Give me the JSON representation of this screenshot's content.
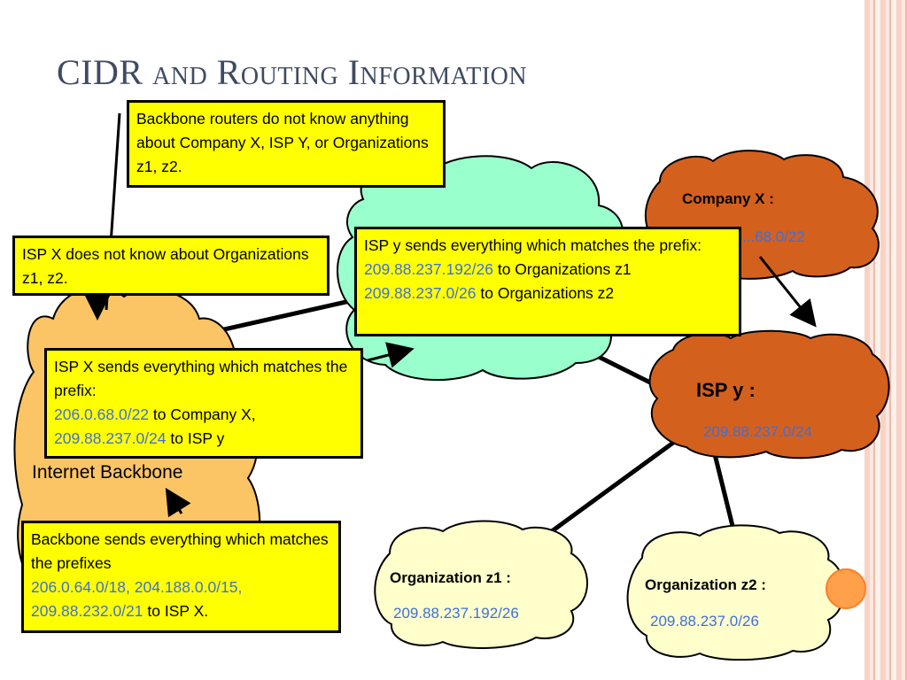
{
  "title": "CIDR and Routing Information",
  "clouds": {
    "backbone": {
      "label": "Internet Backbone"
    },
    "company_x": {
      "label": "Company X :",
      "prefix": "...68.0/22"
    },
    "isp_y": {
      "label": "ISP y :",
      "prefix": "209.88.237.0/24"
    },
    "org_z1": {
      "label": "Organization z1 :",
      "prefix": "209.88.237.192/26"
    },
    "org_z2": {
      "label": "Organization z2 :",
      "prefix": "209.88.237.0/26"
    }
  },
  "boxes": {
    "backbone_routers": {
      "text": "Backbone routers do not know anything about Company X, ISP Y, or Organizations z1, z2."
    },
    "isp_x_unknown": {
      "text": "ISP X does not know about Organizations z1, z2."
    },
    "isp_y_sends": {
      "intro": "ISP y sends everything which matches the prefix:",
      "p1": "209.88.237.192/26",
      "t1": " to Organizations z1",
      "p2": "209.88.237.0/26",
      "t2": " to Organizations z2"
    },
    "isp_x_sends": {
      "intro": "ISP X sends everything which matches the prefix:",
      "p1": "206.0.68.0/22",
      "t1": "  to Company X,",
      "p2": "209.88.237.0/24",
      "t2": " to ISP y"
    },
    "backbone_sends": {
      "intro": "Backbone sends everything which matches the prefixes",
      "p1": "206.0.64.0/18, 204.188.0.0/15,",
      "p2": "209.88.232.0/21",
      "t2": " to ISP X."
    }
  },
  "colors": {
    "box_fill": "#ffff00",
    "prefix_text": "#3f6fd8",
    "backbone_cloud": "#fbc465",
    "isp_x_cloud": "#99ffcc",
    "company_cloud": "#d4601e",
    "org_cloud": "#ffffcc"
  }
}
